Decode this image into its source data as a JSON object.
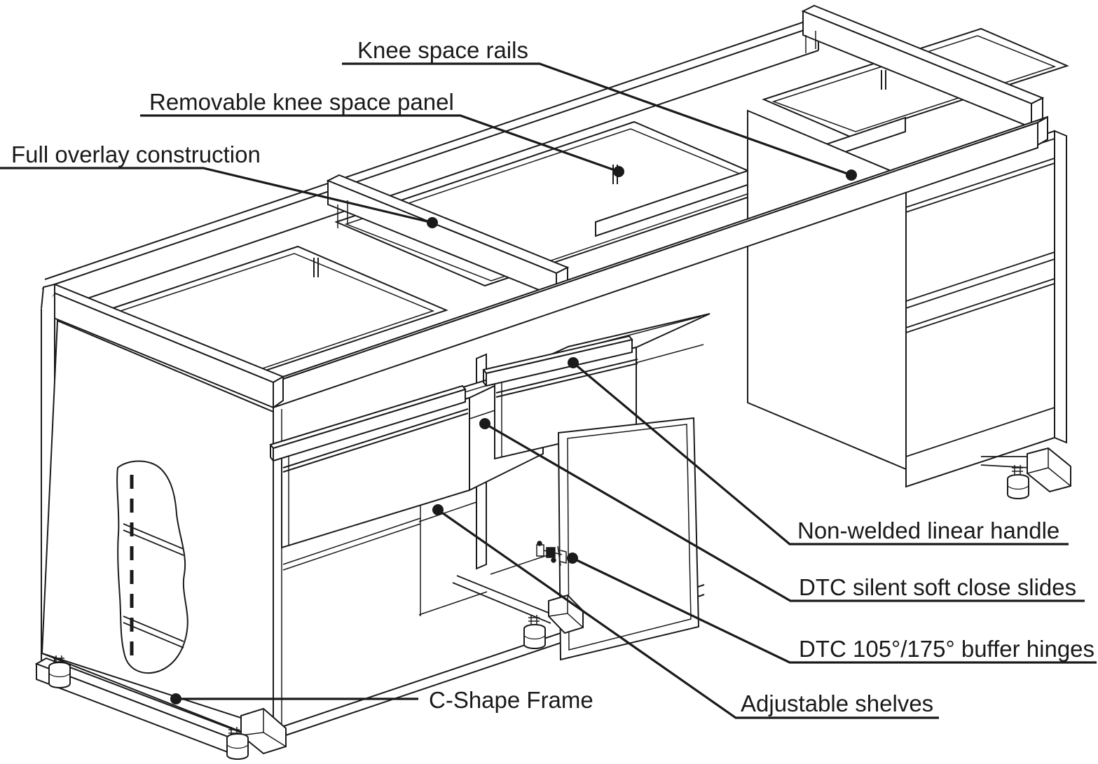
{
  "diagram": {
    "type": "isometric technical line drawing",
    "subject": "laboratory bench / desk frame with cabinets",
    "labels": [
      {
        "id": "knee-space-rails",
        "text": "Knee space rails"
      },
      {
        "id": "removable-knee-space-panel",
        "text": "Removable knee space panel"
      },
      {
        "id": "full-overlay-construction",
        "text": "Full overlay construction"
      },
      {
        "id": "non-welded-linear-handle",
        "text": "Non-welded linear handle"
      },
      {
        "id": "dtc-silent-soft-close-slides",
        "text": "DTC silent soft close slides"
      },
      {
        "id": "dtc-buffer-hinges",
        "text": "DTC 105°/175° buffer hinges"
      },
      {
        "id": "adjustable-shelves",
        "text": "Adjustable shelves"
      },
      {
        "id": "c-shape-frame",
        "text": "C-Shape Frame"
      }
    ],
    "line_color": "#1a1a1a",
    "background": "#ffffff"
  }
}
